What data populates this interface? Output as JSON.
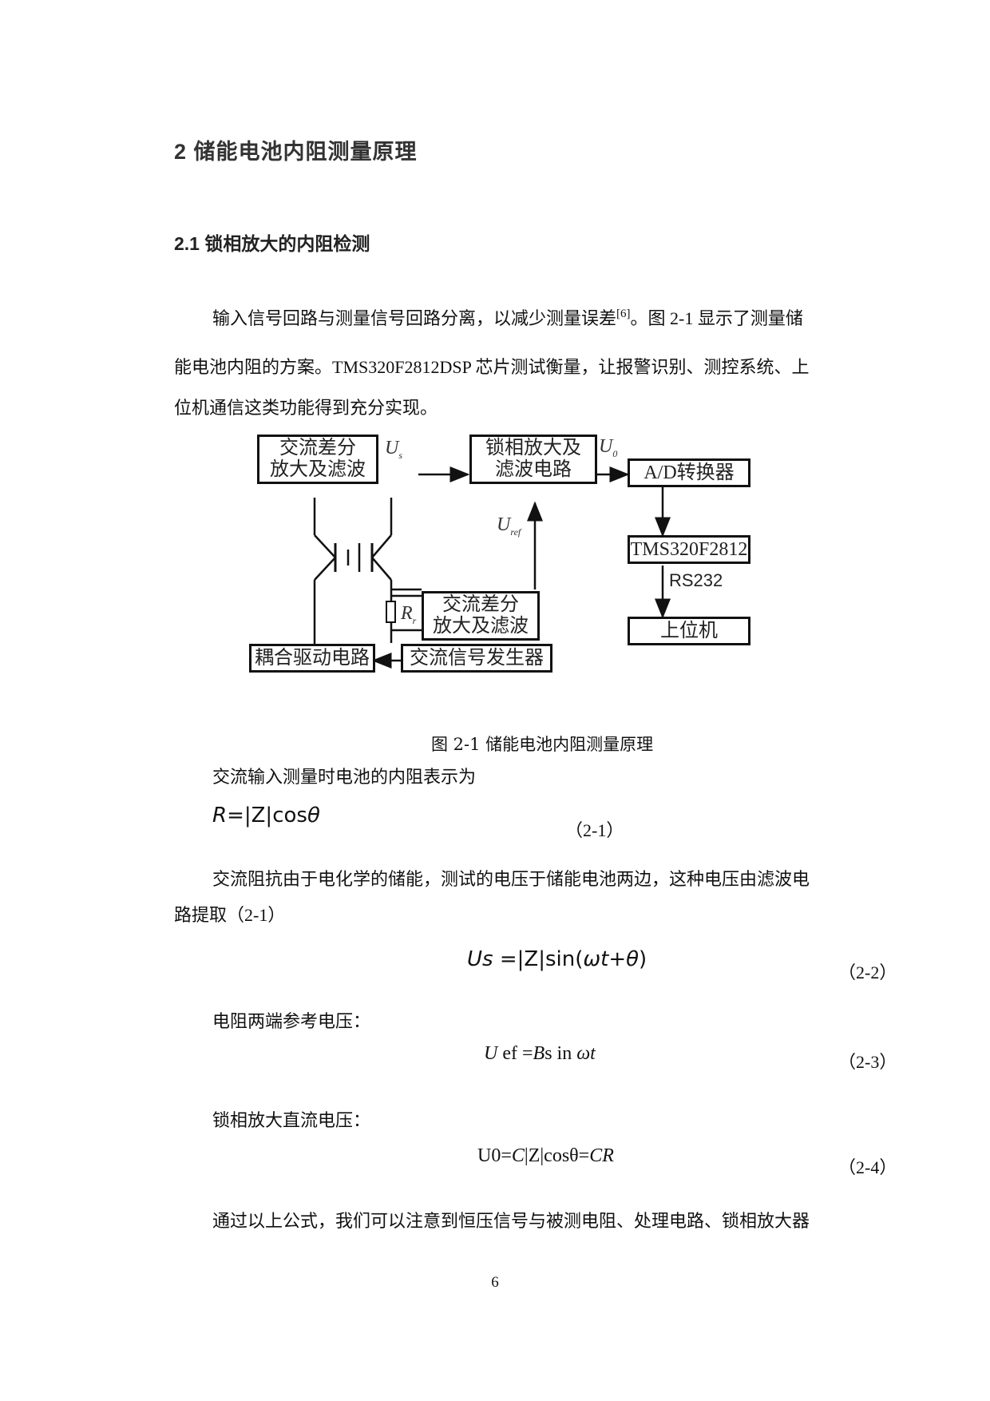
{
  "heading1": "2 储能电池内阻测量原理",
  "heading2": "2.1 锁相放大的内阻检测",
  "paragraph1": {
    "line1_a": "输入信号回路与测量信号回路分离，以减少测量误差",
    "citation": "[6]",
    "line1_b": "。图 2-1 显示了测量储",
    "line2": "能电池内阻的方案。TMS320F2812DSP 芯片测试衡量，让报警识别、测控系统、上",
    "line3": "位机通信这类功能得到充分实现。"
  },
  "figure": {
    "boxes": {
      "ac_diff_amp_top": [
        "交流差分",
        "放大及滤波"
      ],
      "lockin_amp": [
        "锁相放大及",
        "滤波电路"
      ],
      "adc": "A/D转换器",
      "dsp": "TMS320F2812",
      "host": "上位机",
      "ac_diff_amp_bottom": [
        "交流差分",
        "放大及滤波"
      ],
      "coupling_driver": "耦合驱动电路",
      "signal_generator": "交流信号发生器"
    },
    "labels": {
      "us": "U",
      "us_sub": "s",
      "u0": "U",
      "u0_sub": "0",
      "uref": "U",
      "uref_sub": "ref",
      "rr": "R",
      "rr_sub": "r",
      "rs232": "RS232"
    },
    "caption": "图 2-1 储能电池内阻测量原理"
  },
  "paragraph2": "交流输入测量时电池的内阻表示为",
  "equations": [
    {
      "text_parts": [
        "R",
        "=|Z|cos",
        "θ"
      ],
      "number": "（2-1）"
    },
    {
      "text_parts": [
        "Us",
        " =|Z|sin(",
        "ωt",
        "+",
        "θ",
        ")"
      ],
      "number": "（2-2）"
    },
    {
      "text_parts": [
        "U",
        " ef =",
        "B",
        "s in ",
        "ωt"
      ],
      "number": "（2-3）"
    },
    {
      "text_parts": [
        "U0=",
        "C",
        "|Z|cosθ=",
        "CR"
      ],
      "number": "（2-4）"
    }
  ],
  "paragraph3": {
    "line1": "交流阻抗由于电化学的储能，测试的电压于储能电池两边，这种电压由滤波电",
    "line2": "路提取（2-1）"
  },
  "paragraph4": "电阻两端参考电压：",
  "paragraph5": "锁相放大直流电压：",
  "paragraph6": "通过以上公式，我们可以注意到恒压信号与被测电阻、处理电路、锁相放大器",
  "page_number": "6"
}
